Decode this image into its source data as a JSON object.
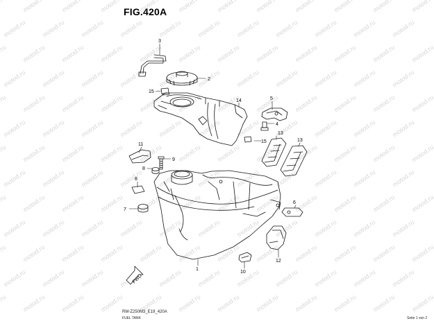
{
  "figure": {
    "title": "FIG.420A",
    "model_code": "RM-Z250M3_E19_420A",
    "section_name": "FUEL TANK",
    "page_label": "Seite 1 von 2"
  },
  "watermark": {
    "text": "motod.ru",
    "color": "#d6d6d6"
  },
  "direction_arrow": {
    "label": "FWD"
  },
  "callouts": {
    "c1": "1",
    "c2": "2",
    "c3": "3",
    "c4": "4",
    "c5": "5",
    "c6": "6",
    "c7": "7",
    "c8": "8",
    "c9": "9",
    "c10": "10",
    "c11": "11",
    "c12": "12",
    "c13a": "13",
    "c13b": "13",
    "c14": "14",
    "c15a": "15",
    "c15b": "15"
  }
}
